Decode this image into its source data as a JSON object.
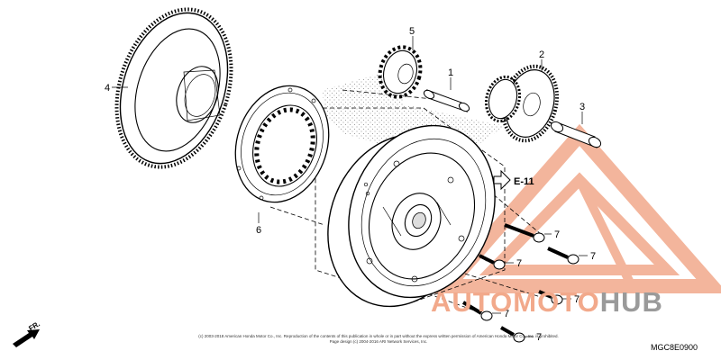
{
  "callouts": {
    "p1": "1",
    "p2": "2",
    "p3": "3",
    "p4": "4",
    "p5": "5",
    "p6": "6",
    "p7": "7"
  },
  "reference": {
    "label": "E-11"
  },
  "front_marker": {
    "label": "FR."
  },
  "diagram_code": "MGC8E0900",
  "copyright_lines": [
    "(c) 2003-2018 American Honda Motor Co., Inc. Reproduction of the contents of this publication in whole or in part without the express written permission of American Honda Motor Co., Inc. is prohibited.",
    "Page design (c) 2004-2016 ARI Network Services, Inc."
  ],
  "watermark": {
    "part1": "AUTOMOTO",
    "part2": "HUB",
    "color_main": "#f2a98b",
    "color_secondary": "#9a9a9a"
  }
}
